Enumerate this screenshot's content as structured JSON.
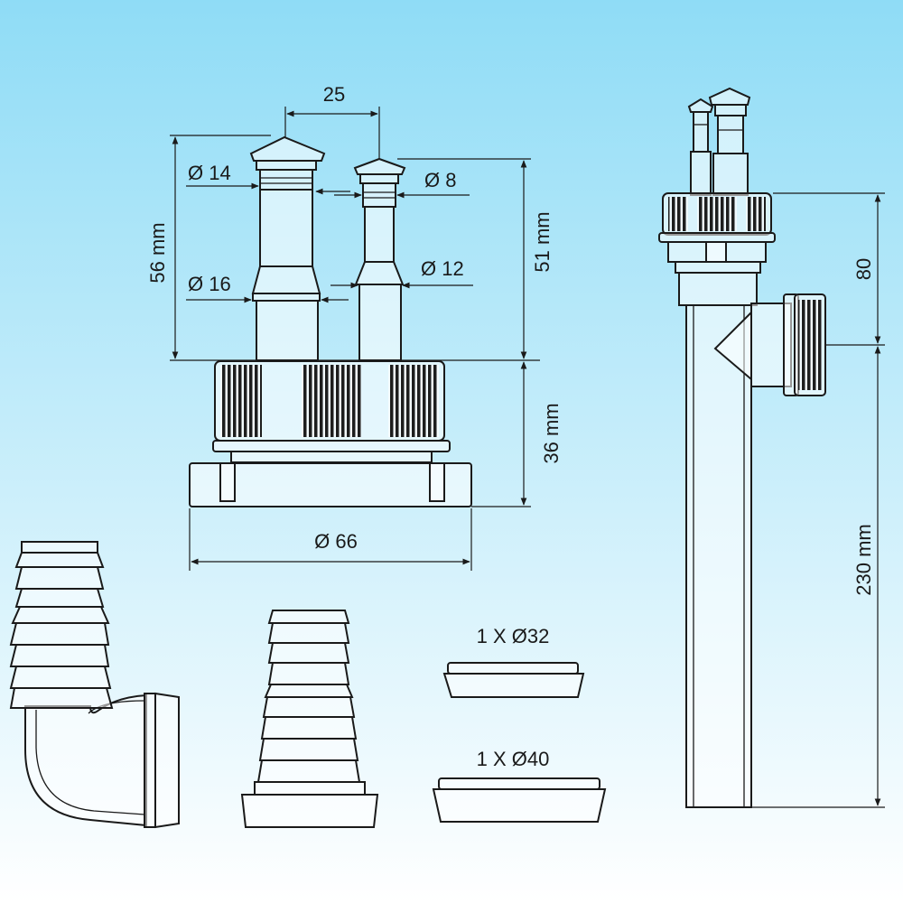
{
  "diagram": {
    "background": {
      "top_color": "#8fdcf6",
      "bottom_color": "#ffffff"
    },
    "dimensions": {
      "spacing": "25",
      "outlet_small_outer": "Ø 8",
      "outlet_large_outer": "Ø 14",
      "outlet_large_inner": "Ø 16",
      "outlet_small_inner": "Ø 12",
      "height_outlets": "56 mm",
      "height_small_outlet": "51 mm",
      "height_nut": "36 mm",
      "base_diameter": "Ø 66",
      "pipe_upper": "80",
      "pipe_total": "230 mm"
    },
    "reducers": {
      "ring_32": "1 X Ø32",
      "ring_40": "1 X Ø40"
    }
  }
}
